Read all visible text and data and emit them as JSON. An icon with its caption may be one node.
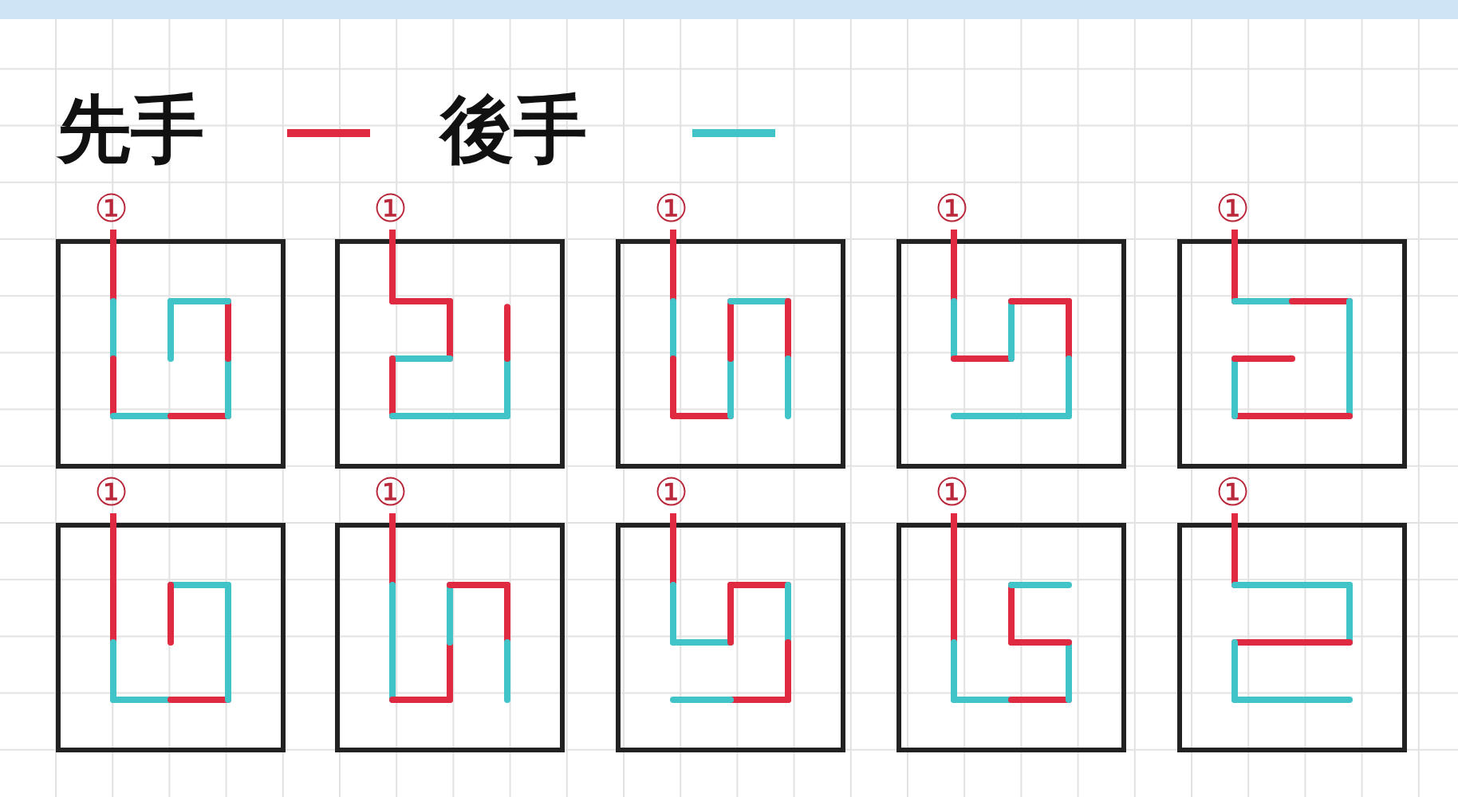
{
  "diagram": {
    "nodes": [
      {
        "text": [
          "①"
        ]
      },
      {
        "text": [
          "①"
        ]
      },
      {
        "text": [
          "①"
        ]
      },
      {
        "text": [
          "①"
        ]
      },
      {
        "text": [
          "①"
        ]
      },
      {
        "text": [
          "①"
        ]
      },
      {
        "text": [
          "①"
        ]
      },
      {
        "text": [
          "①"
        ]
      },
      {
        "text": [
          "①"
        ]
      },
      {
        "text": [
          "①"
        ]
      }
    ],
    "legend": [
      {
        "text": "先手",
        "color": "#e02a42"
      },
      {
        "text": "後手",
        "color": "#40c4c8"
      }
    ]
  }
}
